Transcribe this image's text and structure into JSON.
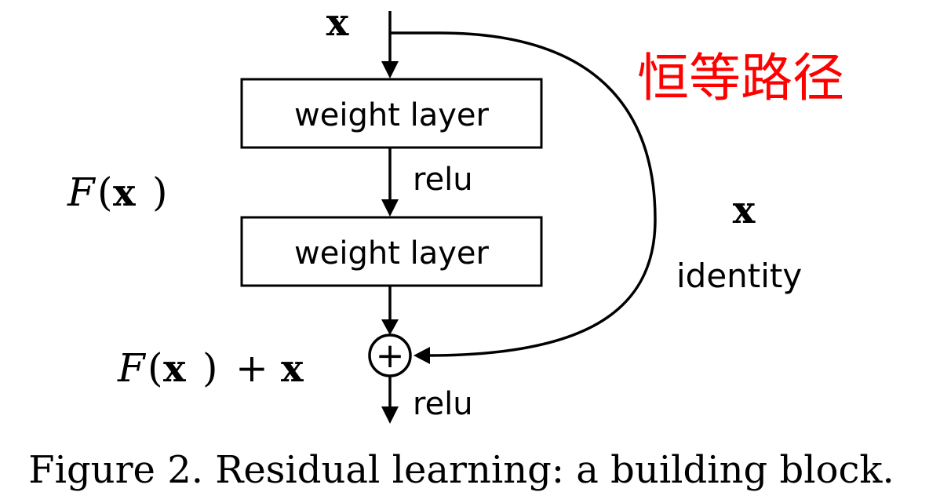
{
  "nodes": {
    "layer1_label": "weight layer",
    "layer2_label": "weight layer"
  },
  "labels": {
    "input_x": "x",
    "relu_mid": "relu",
    "relu_out": "relu",
    "identity_x": "x",
    "identity_word": "identity",
    "identity_chinese": "恒等路径",
    "fx_F": "F",
    "fx_open": "(",
    "fx_x": "x",
    "fx_close": ")",
    "sum_F": "F",
    "sum_open": "(",
    "sum_x1": "x",
    "sum_close": ")",
    "sum_plus": "+",
    "sum_x2": "x",
    "add_symbol": "+"
  },
  "caption": "Figure 2. Residual learning: a building block.",
  "colors": {
    "stroke": "#000000",
    "annotation": "#ff0000",
    "background": "#ffffff"
  }
}
